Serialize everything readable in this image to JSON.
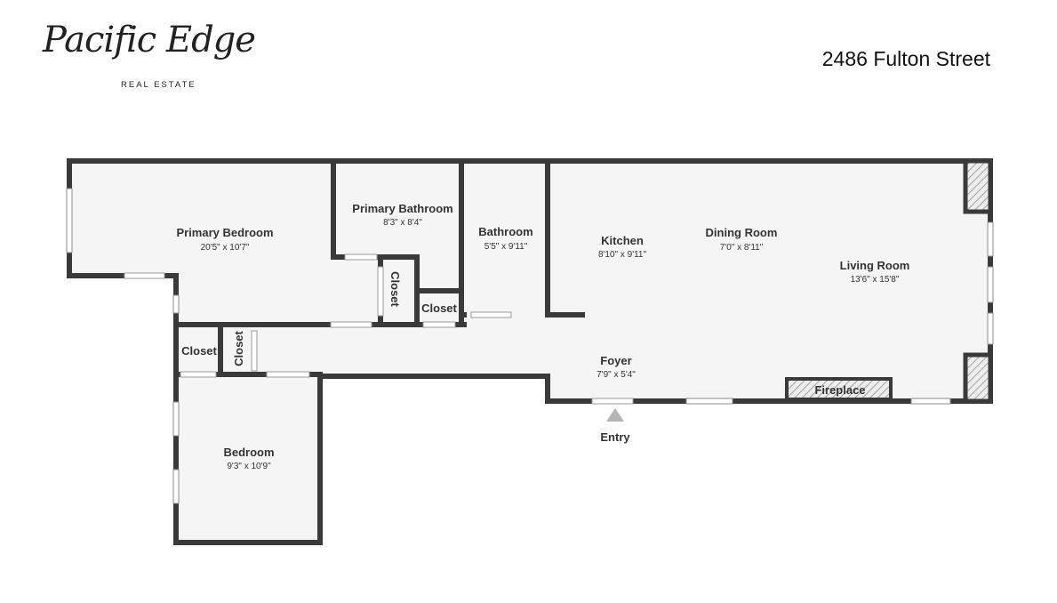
{
  "brand": {
    "script_text": "Pacific Edge",
    "sub_text": "REAL ESTATE"
  },
  "address": "2486 Fulton Street",
  "colors": {
    "wall": "#3a3a3a",
    "floor": "#f5f5f5",
    "text": "#333333",
    "marker": "#b5b5b5"
  },
  "rooms": {
    "primary_bedroom": {
      "name": "Primary Bedroom",
      "dims": "20'5\" x 10'7\""
    },
    "primary_bathroom": {
      "name": "Primary Bathroom",
      "dims": "8'3\" x 8'4\""
    },
    "bathroom": {
      "name": "Bathroom",
      "dims": "5'5\" x 9'11\""
    },
    "kitchen": {
      "name": "Kitchen",
      "dims": "8'10\" x 9'11\""
    },
    "dining_room": {
      "name": "Dining Room",
      "dims": "7'0\" x 8'11\""
    },
    "living_room": {
      "name": "Living Room",
      "dims": "13'6\" x 15'8\""
    },
    "foyer": {
      "name": "Foyer",
      "dims": "7'9\" x 5'4\""
    },
    "bedroom": {
      "name": "Bedroom",
      "dims": "9'3\" x 10'9\""
    }
  },
  "labels": {
    "closet_a": "Closet",
    "closet_b": "Closet",
    "closet_c": "Closet",
    "closet_d": "Closet",
    "fireplace": "Fireplace",
    "entry": "Entry"
  }
}
